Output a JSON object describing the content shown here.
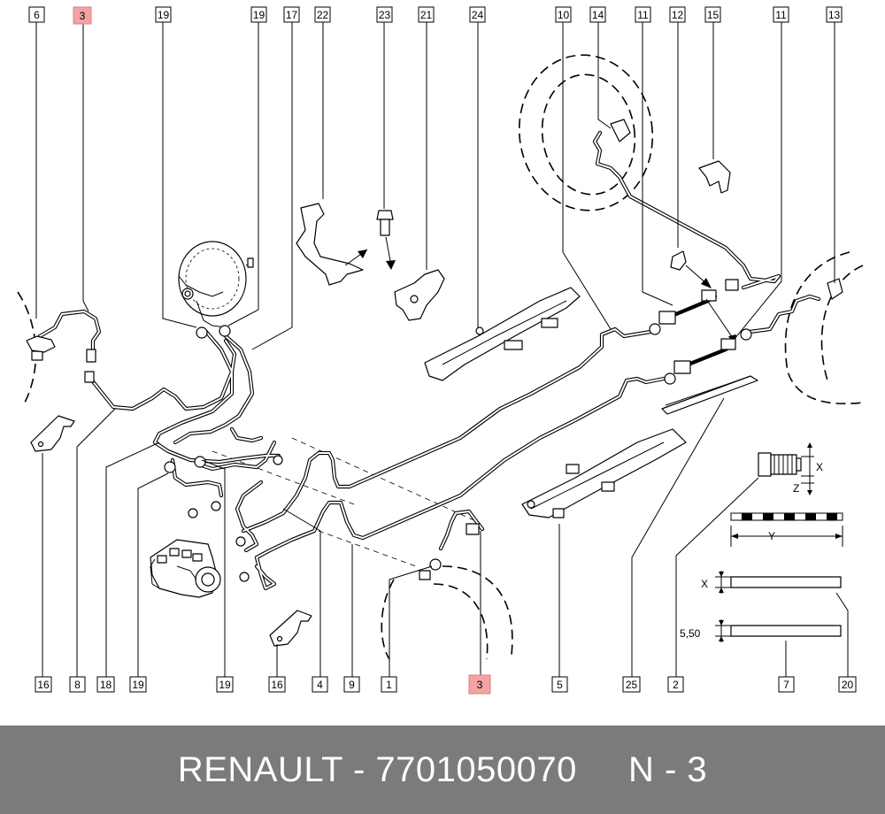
{
  "footer": {
    "brand": "RENAULT",
    "part_number": "7701050070",
    "note": "N - 3",
    "separator": " - "
  },
  "highlight_color": "#f2a3a3",
  "callouts_top": [
    "6",
    "3",
    "19",
    "19",
    "17",
    "22",
    "23",
    "21",
    "24",
    "10",
    "14",
    "11",
    "12",
    "15",
    "11",
    "13"
  ],
  "callouts_bottom": [
    "16",
    "8",
    "18",
    "19",
    "19",
    "16",
    "4",
    "9",
    "1",
    "3",
    "5",
    "25",
    "2",
    "7",
    "20"
  ],
  "detail": {
    "dim_x": "X",
    "dim_z": "Z",
    "dim_y": "Y",
    "dim_550": "5,50",
    "label_x": "X"
  }
}
